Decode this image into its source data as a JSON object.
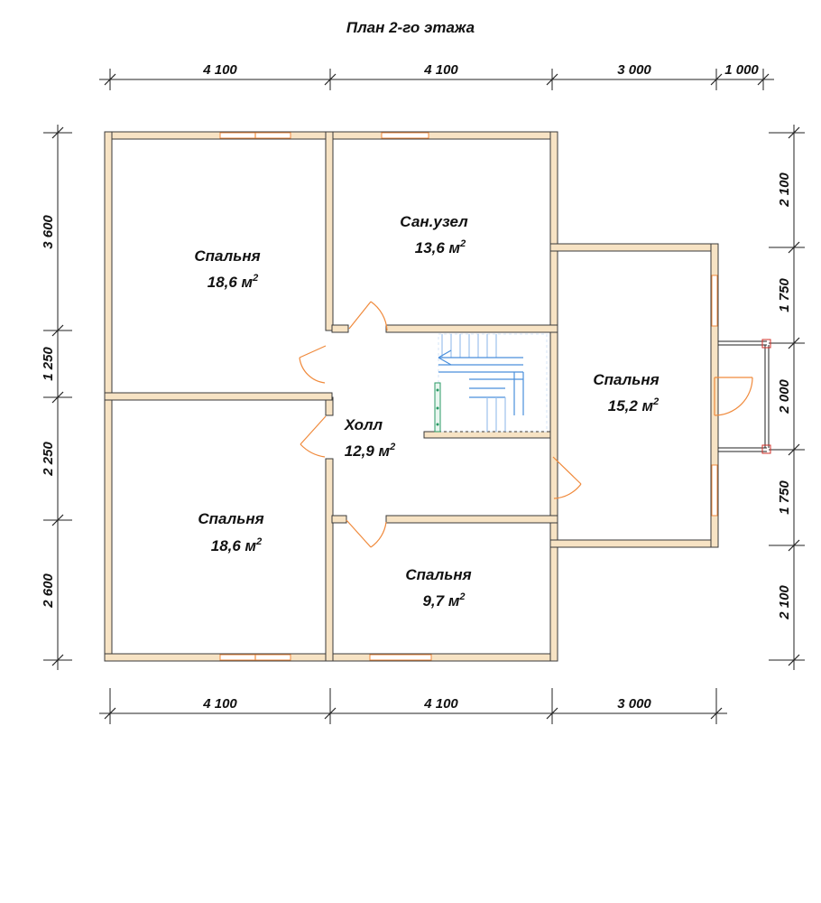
{
  "title": "План 2-го этажа",
  "dimensions": {
    "top": [
      "4 100",
      "4 100",
      "3 000",
      "1 000"
    ],
    "bottom": [
      "4 100",
      "4 100",
      "3 000"
    ],
    "left": [
      "3 600",
      "1 250",
      "2 250",
      "2 600"
    ],
    "right": [
      "2 100",
      "1 750",
      "2 000",
      "1 750",
      "2 100"
    ]
  },
  "rooms": [
    {
      "name": "Спальня",
      "area": "18,6 м",
      "sup": "2"
    },
    {
      "name": "Сан.узел",
      "area": "13,6 м",
      "sup": "2"
    },
    {
      "name": "Спальня",
      "area": "15,2 м",
      "sup": "2"
    },
    {
      "name": "Холл",
      "area": "12,9 м",
      "sup": "2"
    },
    {
      "name": "Спальня",
      "area": "18,6 м",
      "sup": "2"
    },
    {
      "name": "Спальня",
      "area": "9,7 м",
      "sup": "2"
    }
  ],
  "colors": {
    "wall_fill": "#f7e3c4",
    "window_door": "#f08a3c",
    "stair": "#4a8fdc",
    "rail": "#2a9a66",
    "balcony_post": "#d0302a"
  }
}
